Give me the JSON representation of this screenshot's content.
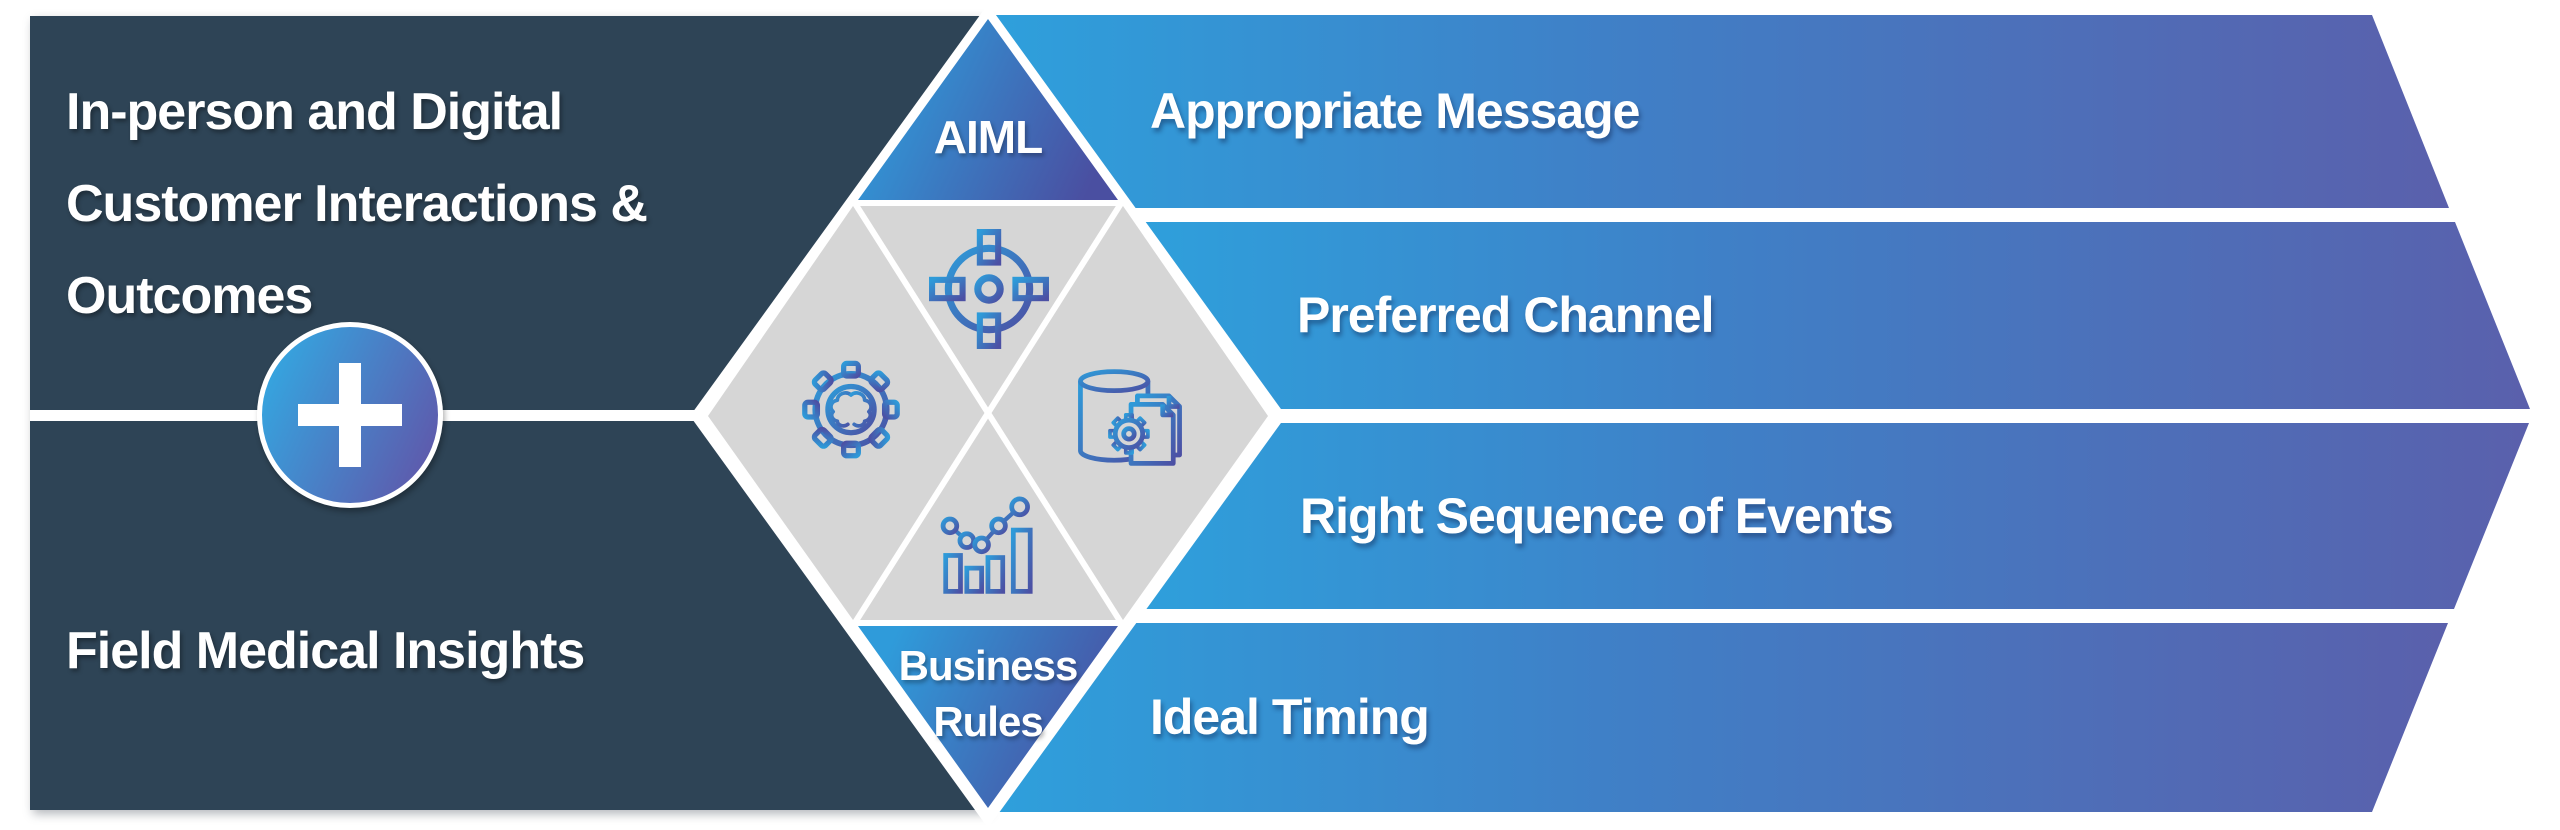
{
  "left_panel": {
    "bg_color": "#2E4456",
    "title_lines": [
      "In-person and Digital",
      "Customer Interactions &",
      "Outcomes"
    ],
    "subtitle": "Field Medical Insights",
    "plus_symbol": "+"
  },
  "diamond": {
    "top_label": "AIML",
    "bottom_label_lines": [
      "Business",
      "Rules"
    ],
    "cell_color": "#D6D6D6",
    "triangle_gradient_from": "#2F9BDA",
    "triangle_gradient_to": "#4A4FA1",
    "icons": [
      {
        "name": "target-icon"
      },
      {
        "name": "gear-brain-icon"
      },
      {
        "name": "database-document-icon"
      },
      {
        "name": "growth-chart-icon"
      }
    ]
  },
  "arrows": {
    "band_gradient_from": "#2EA0DC",
    "band_gradient_to": "#5A60AC",
    "items": [
      {
        "label": "Appropriate Message"
      },
      {
        "label": "Preferred Channel"
      },
      {
        "label": "Right Sequence of Events"
      },
      {
        "label": "Ideal Timing"
      }
    ]
  }
}
